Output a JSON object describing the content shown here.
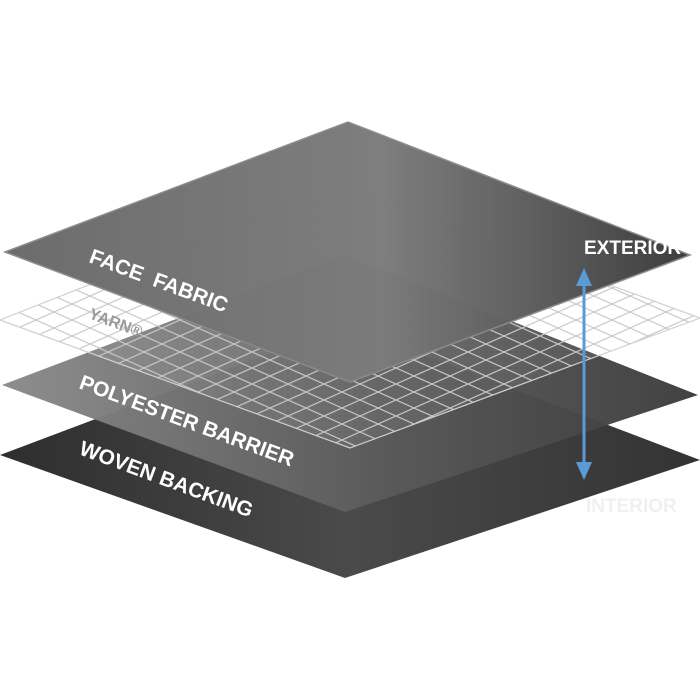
{
  "layers": {
    "face_fabric": "FACE  FABRIC",
    "mesh": "YARN®",
    "polyester_barrier": "POLYESTER BARRIER",
    "woven_backing": "WOVEN BACKING"
  },
  "axis": {
    "top_label": "EXTERIOR",
    "bottom_label": "INTERIOR"
  },
  "colors": {
    "arrow": "#5b9bd5",
    "exterior_text": "#ffffff",
    "interior_text": "#f2f2f2",
    "backing": "#3a3a3a",
    "barrier": "#6e6e6e",
    "face": "#555555",
    "mesh_line": "#bfbfbf"
  }
}
